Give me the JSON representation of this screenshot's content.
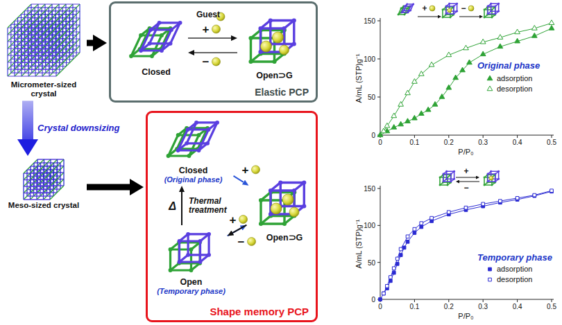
{
  "diagram": {
    "nodes": [
      {
        "text": [
          "Micrometer-sized crystal"
        ]
      },
      {
        "text": [
          "Elastic PCP"
        ]
      },
      {
        "text": [
          "Closed"
        ],
        "in": 1
      },
      {
        "text": [
          "Open⊃G"
        ],
        "in": 1
      },
      {
        "text": [
          "Meso-sized crystal"
        ]
      },
      {
        "text": [
          "Shape memory PCP"
        ]
      },
      {
        "text": [
          "Closed",
          "(Original phase)"
        ],
        "in": 5
      },
      {
        "text": [
          "Open⊃G"
        ],
        "in": 5
      },
      {
        "text": [
          "Open",
          "(Temporary phase)"
        ],
        "in": 5
      }
    ],
    "edges": [
      {
        "from": 0,
        "to": 4,
        "label": "Crystal downsizing",
        "arrow": "to"
      },
      {
        "from": 0,
        "to": 1,
        "arrow": "to"
      },
      {
        "from": 2,
        "to": 3,
        "label": "+",
        "arrow": "to"
      },
      {
        "from": 3,
        "to": 2,
        "label": "−",
        "arrow": "to"
      },
      {
        "from": 4,
        "to": 5,
        "arrow": "to"
      },
      {
        "from": 6,
        "to": 7,
        "label": "+",
        "arrow": "to"
      },
      {
        "from": 8,
        "to": 7,
        "label": "+",
        "arrow": "to"
      },
      {
        "from": 7,
        "to": 8,
        "label": "−",
        "arrow": "to"
      },
      {
        "from": 8,
        "to": 6,
        "label": "Thermal treatment",
        "arrow": "to"
      }
    ],
    "labels": [
      "Guest",
      "Δ",
      "+",
      "−",
      "A/mL (STP)g⁻¹",
      "0",
      "50",
      "100",
      "150",
      "0",
      "0.1",
      "0.2",
      "0.3",
      "0.4",
      "0.5",
      "P/P₀",
      "Original phase",
      "+",
      "−",
      "A/mL (STP)g⁻¹",
      "0",
      "50",
      "100",
      "150",
      "0",
      "0.1",
      "0.2",
      "0.3",
      "0.4",
      "0.5",
      "P/P₀",
      "Temporary phase"
    ],
    "legend": [
      {
        "text": "adsorption"
      },
      {
        "text": "desorption"
      },
      {
        "text": "adsorption"
      },
      {
        "text": "desorption"
      }
    ]
  }
}
